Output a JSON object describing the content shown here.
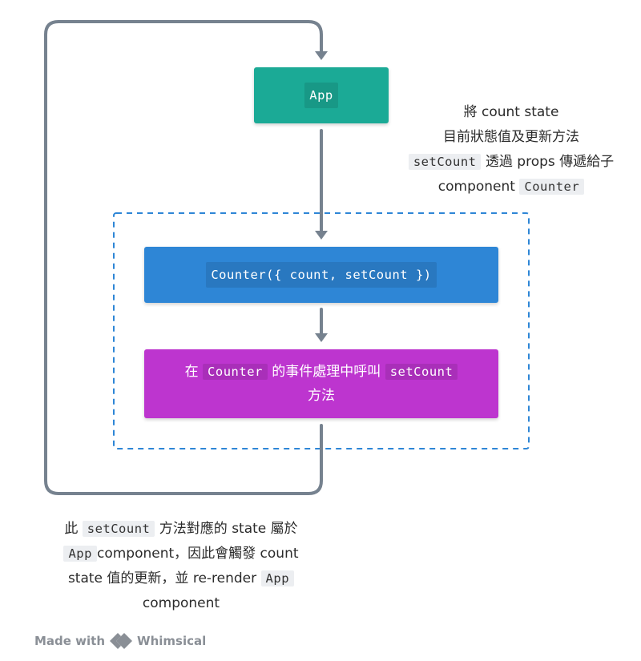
{
  "diagram": {
    "nodes": {
      "app": {
        "label": "App",
        "color": "#1baa96"
      },
      "counter": {
        "label": "Counter({ count, setCount })",
        "color": "#2e86d6"
      },
      "handler": {
        "prefix": "在",
        "code1": "Counter",
        "middle": "的事件處理中呼叫",
        "code2": "setCount",
        "line2": "方法",
        "color": "#bd35cf"
      }
    },
    "group": {
      "border_color": "#2e86d6",
      "style": "dashed"
    },
    "connector_color": "#76828f",
    "notes": {
      "right": {
        "line1": "將 count state",
        "line2": "目前狀態值及更新方法",
        "line3_code": "setCount",
        "line3_text": "透過 props 傳遞給子",
        "line4_text": "component",
        "line4_code": "Counter"
      },
      "bottom": {
        "l1_prefix": "此",
        "l1_code": "setCount",
        "l1_text": "方法對應的 state 屬於",
        "l2_code": "App",
        "l2_text": "component，因此會觸發  count",
        "l3_text": "state 值的更新，並 re-render",
        "l3_code": "App",
        "l4_text": "component"
      }
    }
  },
  "watermark": {
    "made_with": "Made with",
    "brand": "Whimsical"
  }
}
